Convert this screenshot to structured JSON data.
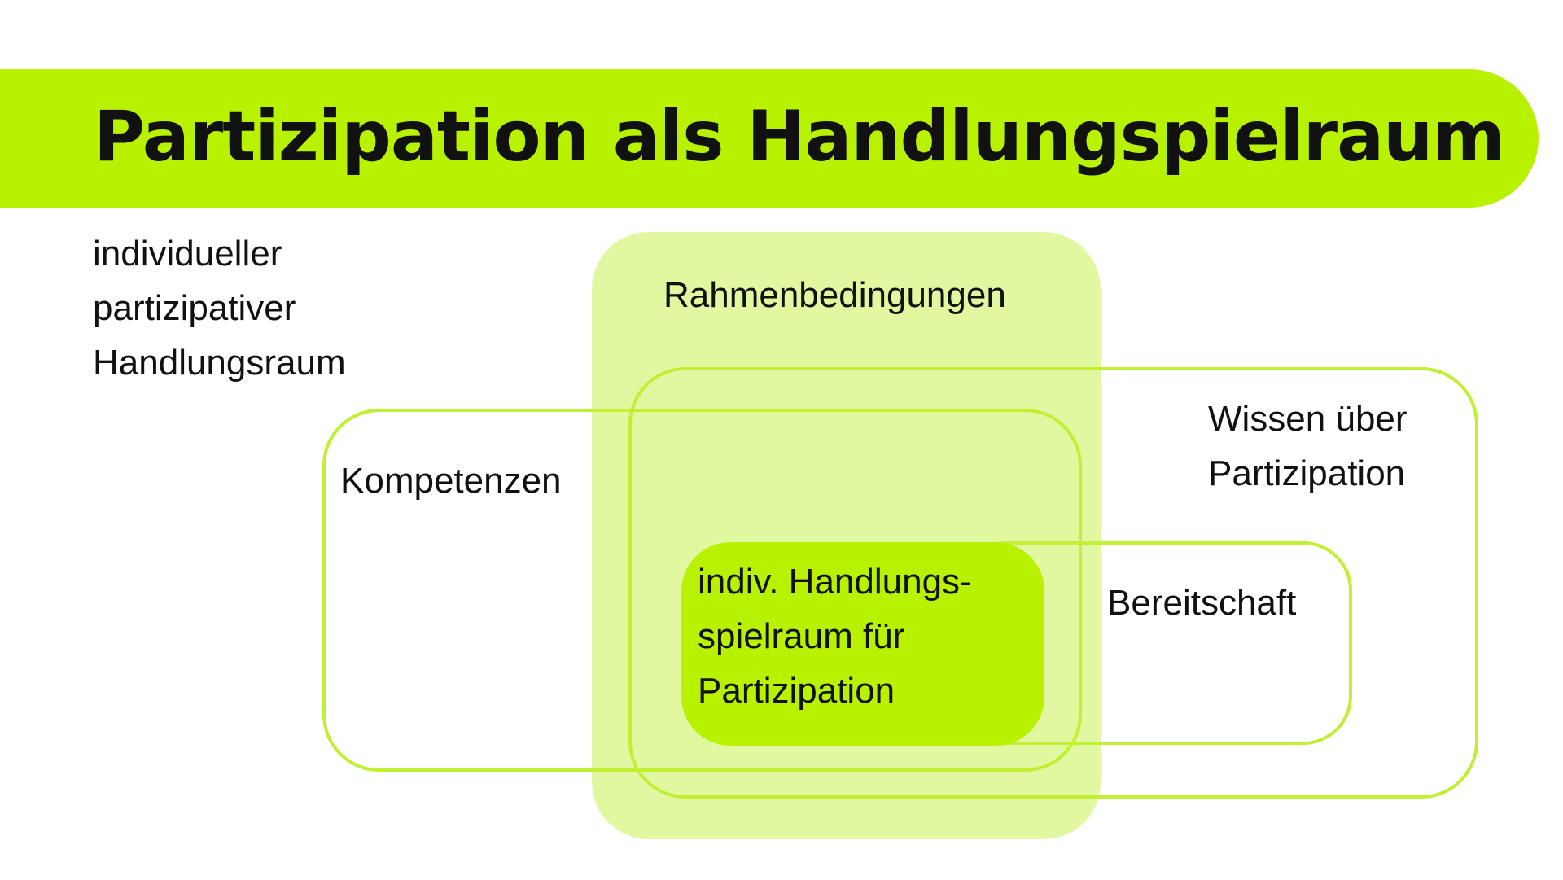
{
  "title": "Partizipation als Handlungspielraum",
  "subtitle_lines": [
    "individueller",
    "partizipativer",
    "Handlungsraum"
  ],
  "labels": {
    "rahmenbedingungen": "Rahmenbedingungen",
    "wissen_lines": [
      "Wissen über",
      "Partizipation"
    ],
    "kompetenzen": "Kompetenzen",
    "bereitschaft": "Bereitschaft",
    "core_lines": [
      "indiv. Handlungs-",
      "spielraum für",
      "Partizipation"
    ]
  },
  "colors": {
    "accent": "#b8f200",
    "light_fill": "#e2f8a0",
    "outline": "#c0ef33",
    "text": "#111111"
  }
}
